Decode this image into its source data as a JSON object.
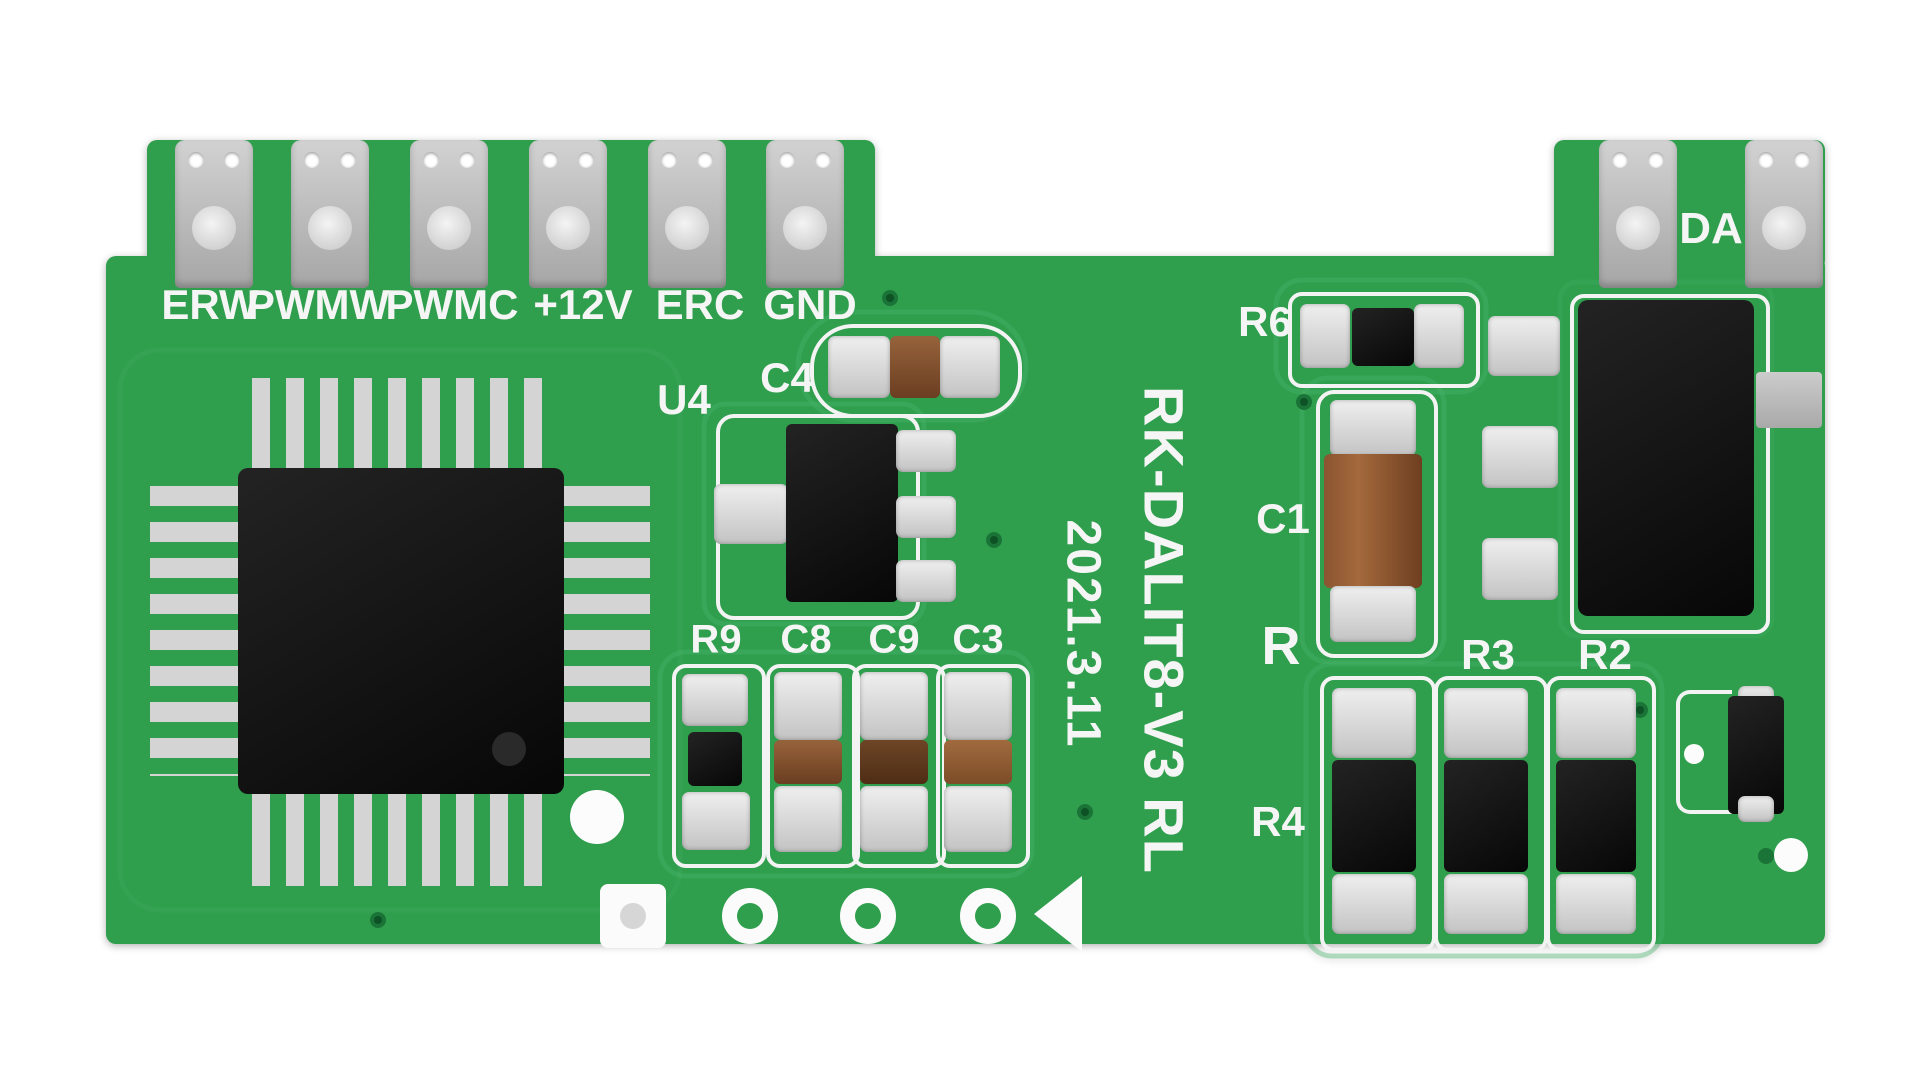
{
  "colors": {
    "background": "#ffffff",
    "board_green": "#2f9e4d",
    "copper_green": "#46b168",
    "silkscreen_white": "#f3f3f3",
    "metal_gray": "#b9b9b9",
    "pad_silver": "#d9d9d9",
    "ic_black": "#141414",
    "capacitor_brown": "#7b4a2c"
  },
  "board": {
    "left_terminals": [
      {
        "label": "ERW"
      },
      {
        "label": "PWMW"
      },
      {
        "label": "PWMC"
      },
      {
        "label": "+12V"
      },
      {
        "label": "ERC"
      },
      {
        "label": "GND"
      }
    ],
    "right_terminal_label": "DA",
    "component_labels": {
      "u4": "U4",
      "c4": "C4",
      "r9": "R9",
      "c8": "C8",
      "c9": "C9",
      "c3": "C3",
      "r6": "R6",
      "c1": "C1",
      "r_partial": "R",
      "r3": "R3",
      "r2": "R2",
      "r4": "R4"
    },
    "silkscreen": {
      "model": "RK-DALIT8-V3 RL",
      "date": "2021.3.11"
    }
  }
}
